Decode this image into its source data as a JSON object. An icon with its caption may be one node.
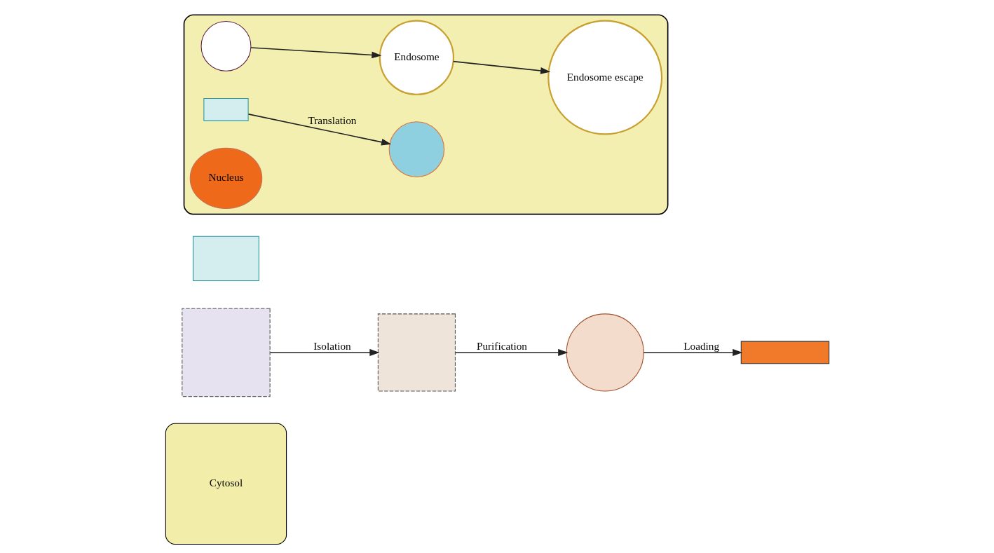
{
  "diagram": {
    "nodes": [
      {
        "text": [
          "Cytosol"
        ]
      },
      {
        "text": [],
        "shape": "box"
      },
      {
        "text": [],
        "shape": "box"
      },
      {
        "text": [],
        "shape": "circle"
      },
      {
        "text": [],
        "shape": "box"
      },
      {
        "text": [],
        "shape": "box"
      },
      {
        "text": [],
        "shape": "box"
      },
      {
        "text": [],
        "shape": "circle",
        "in": 6
      },
      {
        "text": [
          "Endosome"
        ],
        "in": 6
      },
      {
        "text": [
          "Endosome escape"
        ],
        "in": 6
      },
      {
        "text": [],
        "shape": "box",
        "in": 6
      },
      {
        "text": [],
        "shape": "circle",
        "in": 6
      },
      {
        "text": [
          "Nucleus"
        ],
        "in": 6
      }
    ],
    "edges": [
      {
        "from": 1,
        "to": 2,
        "arrow": "to",
        "label": "Isolation"
      },
      {
        "from": 2,
        "to": 3,
        "arrow": "to",
        "label": "Purification"
      },
      {
        "from": 3,
        "to": 5,
        "arrow": "to",
        "label": "Loading"
      },
      {
        "from": 7,
        "to": 8,
        "arrow": "to"
      },
      {
        "from": 8,
        "to": 9,
        "arrow": "to"
      },
      {
        "from": 10,
        "to": 11,
        "arrow": "to",
        "label": "Translation"
      }
    ]
  }
}
